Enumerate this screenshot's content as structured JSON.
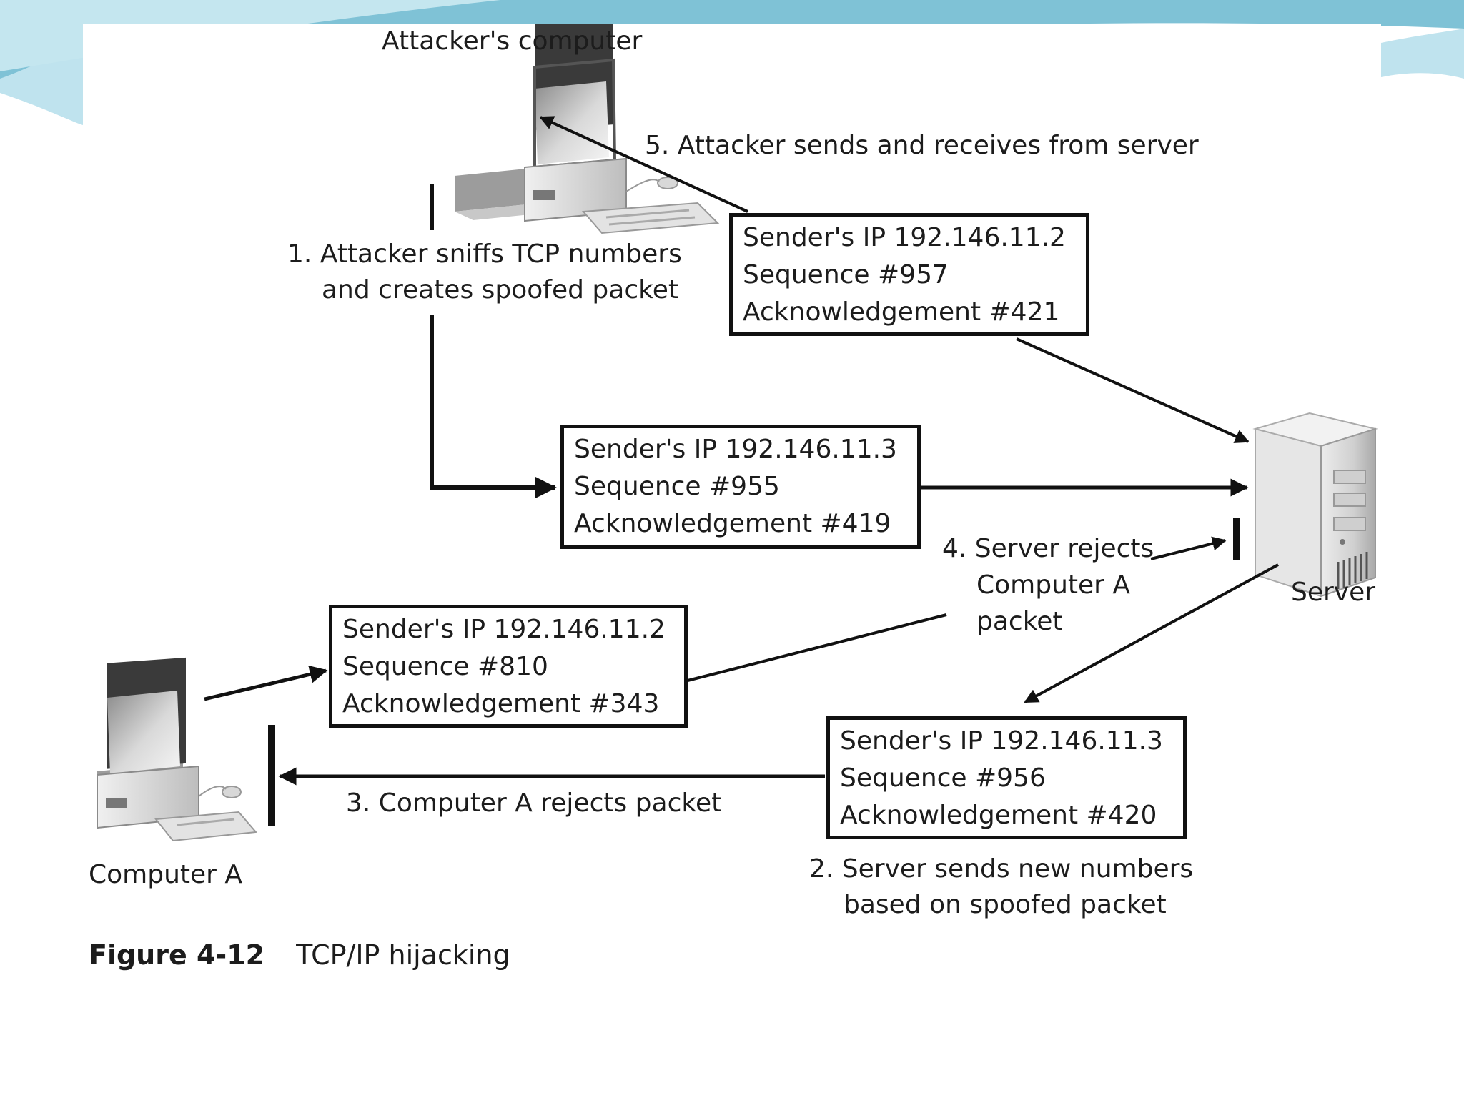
{
  "nodes": {
    "attacker": "Attacker's computer",
    "server": "Server",
    "computer_a": "Computer A"
  },
  "steps": {
    "step1_line1": "1. Attacker sniffs TCP numbers",
    "step1_line2": "and creates spoofed packet",
    "step2_line1": "2. Server sends new numbers",
    "step2_line2": "based on spoofed packet",
    "step3": "3. Computer A rejects packet",
    "step4_line1": "4. Server rejects",
    "step4_line2": "Computer A",
    "step4_line3": "packet",
    "step5": "5. Attacker sends and receives from server"
  },
  "packets": {
    "attacker_to_server": {
      "ip": "Sender's IP 192.146.11.2",
      "seq": "Sequence #957",
      "ack": "Acknowledgement #421"
    },
    "spoofed": {
      "ip": "Sender's IP 192.146.11.3",
      "seq": "Sequence #955",
      "ack": "Acknowledgement #419"
    },
    "computer_a": {
      "ip": "Sender's IP 192.146.11.2",
      "seq": "Sequence #810",
      "ack": "Acknowledgement #343"
    },
    "server_reply": {
      "ip": "Sender's IP 192.146.11.3",
      "seq": "Sequence #956",
      "ack": "Acknowledgement #420"
    }
  },
  "caption": {
    "number": "Figure 4-12",
    "title": "TCP/IP hijacking"
  },
  "colors": {
    "slide_accent": "#7fc2d6",
    "slide_accent_light": "#c4e6ef",
    "line": "#111111"
  }
}
